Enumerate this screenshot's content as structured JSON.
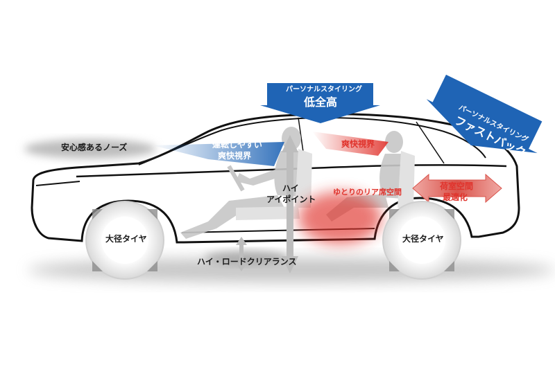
{
  "colors": {
    "banner_blue": "#1f64b5",
    "accent_red": "#e0332c",
    "body_line": "#111111",
    "silhouette_gray": "#c7c7c7",
    "shadow_gray": "#9a9a9a",
    "text_dark": "#1a1a1a"
  },
  "labels": {
    "low_height_small": "パーソナルスタイリング",
    "low_height_big": "低全高",
    "fastback_small": "パーソナルスタイリング",
    "fastback_big": "ファストバック",
    "nose": "安心感あるノーズ",
    "driving_line1": "運転しやすい",
    "driving_line2": "爽快視界",
    "view_rear": "爽快視界",
    "eye_line1": "ハイ",
    "eye_line2": "アイポイント",
    "rear_seat": "ゆとりのリア席空間",
    "cargo_line1": "荷室空間",
    "cargo_line2": "最適化",
    "tire_front": "大径タイヤ",
    "tire_rear": "大径タイヤ",
    "clearance": "ハイ・ロードクリアランス"
  },
  "icons": {
    "banner_arrow": "down-arrow-banner-icon",
    "double_arrow_vertical": "vertical-double-arrow-icon",
    "double_arrow_horizontal": "horizontal-double-arrow-icon"
  }
}
